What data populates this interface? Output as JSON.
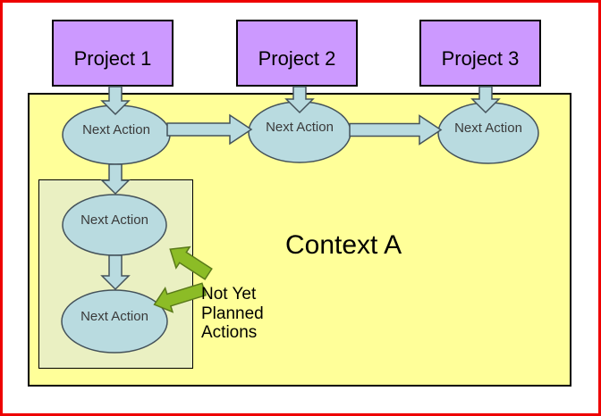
{
  "diagram": {
    "projects": [
      {
        "label": "Project 1"
      },
      {
        "label": "Project 2"
      },
      {
        "label": "Project 3"
      }
    ],
    "context_label": "Context A",
    "top_actions": [
      {
        "label": "Next Action"
      },
      {
        "label": "Next Action"
      },
      {
        "label": "Next Action"
      }
    ],
    "unplanned_actions": [
      {
        "label": "Next Action"
      },
      {
        "label": "Next Action"
      }
    ],
    "annotation": "Not Yet\nPlanned\nActions"
  },
  "colors": {
    "frame_red": "#ee0000",
    "box_outline": "#000000",
    "project_purple": "#cc99ff",
    "context_yellow": "#ffff99",
    "unplanned_box_green": "#eaf0c2",
    "action_blue": "#b9dbe0",
    "shape_outline": "#44525a",
    "arrow_green": "#8cbc26",
    "arrow_green_outline": "#5a7a1a",
    "label_gray": "#3a3a3a"
  }
}
